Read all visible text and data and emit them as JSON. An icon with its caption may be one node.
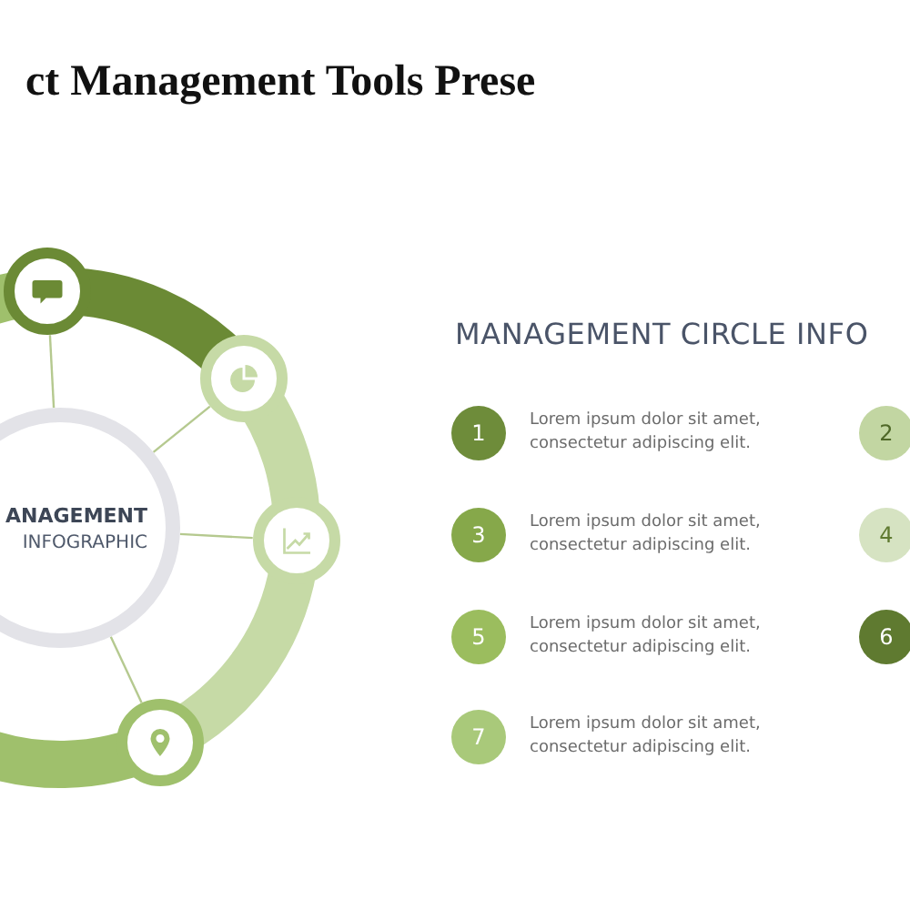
{
  "diagram": {
    "title": "ct Management Tools Prese",
    "nodes": [
      {
        "text": [
          "ANAGEMENT",
          "INFOGRAPHIC"
        ]
      },
      {
        "text": [],
        "shape": "circle"
      },
      {
        "text": [],
        "shape": "circle"
      },
      {
        "text": [],
        "shape": "circle"
      },
      {
        "text": [],
        "shape": "circle"
      },
      {
        "text": [
          "1"
        ],
        "beside": [
          "Lorem ipsum dolor sit amet, consectetur adipiscing elit."
        ]
      },
      {
        "text": [
          "2"
        ]
      },
      {
        "text": [
          "3"
        ],
        "beside": [
          "Lorem ipsum dolor sit amet, consectetur adipiscing elit."
        ]
      },
      {
        "text": [
          "4"
        ]
      },
      {
        "text": [
          "5"
        ],
        "beside": [
          "Lorem ipsum dolor sit amet, consectetur adipiscing elit."
        ]
      },
      {
        "text": [
          "6"
        ]
      },
      {
        "text": [
          "7"
        ],
        "beside": [
          "Lorem ipsum dolor sit amet, consectetur adipiscing elit."
        ]
      }
    ],
    "edges": [
      {
        "from": 0,
        "to": 1,
        "arrow": "none"
      },
      {
        "from": 0,
        "to": 2,
        "arrow": "none"
      },
      {
        "from": 0,
        "to": 3,
        "arrow": "none"
      },
      {
        "from": 0,
        "to": 4,
        "arrow": "none"
      }
    ],
    "labels": [
      "MANAGEMENT CIRCLE INFO"
    ]
  }
}
